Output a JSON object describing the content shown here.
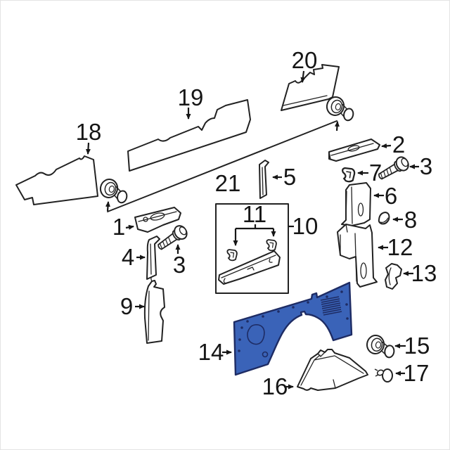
{
  "diagram": {
    "kind": "exploded-auto-parts-diagram",
    "highlighted_callout": "14",
    "colors": {
      "background": "#ffffff",
      "line": "#222222",
      "label": "#161616",
      "highlight_fill": "#3a63b8",
      "highlight_stroke": "#1e2c64"
    },
    "callouts": {
      "c1": "1",
      "c2": "2",
      "c3_right": "3",
      "c3_left": "3",
      "c4": "4",
      "c5": "5",
      "c6": "6",
      "c7": "7",
      "c8": "8",
      "c9": "9",
      "c10": "10",
      "c11": "11",
      "c12": "12",
      "c13": "13",
      "c14": "14",
      "c15": "15",
      "c16": "16",
      "c17": "17",
      "c18": "18",
      "c19": "19",
      "c20": "20",
      "c21": "21"
    }
  }
}
